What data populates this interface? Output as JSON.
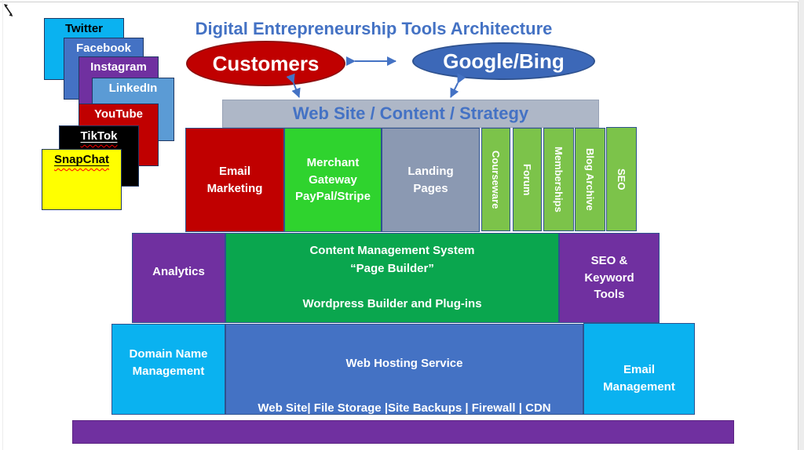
{
  "title": "Digital Entrepreneurship Tools Architecture",
  "social": [
    {
      "label": "Twitter",
      "bg": "#0AB2F0",
      "fg": "#000000"
    },
    {
      "label": "Facebook",
      "bg": "#4472C4",
      "fg": "#FFFFFF"
    },
    {
      "label": "Instagram",
      "bg": "#7030A0",
      "fg": "#FFFFFF"
    },
    {
      "label": "LinkedIn",
      "bg": "#5B9BD5",
      "fg": "#FFFFFF"
    },
    {
      "label": "YouTube",
      "bg": "#C00000",
      "fg": "#FFFFFF"
    },
    {
      "label": "TikTok",
      "bg": "#000000",
      "fg": "#FFFFFF"
    },
    {
      "label": "SnapChat",
      "bg": "#FFFF00",
      "fg": "#000000"
    }
  ],
  "nodes": {
    "customers": "Customers",
    "search_engines": "Google/Bing",
    "strategy_bar": "Web Site / Content / Strategy",
    "email_marketing": "Email\nMarketing",
    "merchant_gateway": "Merchant\nGateway\nPayPal/Stripe",
    "landing_pages": "Landing\nPages",
    "analytics": "Analytics",
    "cms": "Content Management System\n“Page Builder”\n\nWordpress Builder and Plug-ins",
    "seo_keyword": "SEO &\nKeyword\nTools",
    "domain": "Domain Name\nManagement",
    "hosting_title": "Web Hosting Service",
    "hosting_items": "Web Site| File Storage |Site Backups | Firewall | CDN",
    "email_management": "Email\nManagement"
  },
  "vertical_tabs": [
    "Courseware",
    "Forum",
    "Memberships",
    "Blog Archive",
    "SEO"
  ],
  "colors": {
    "accent_blue": "#4472C4",
    "red": "#C00000",
    "bright_green": "#2FD32E",
    "dark_green": "#0AA64E",
    "tab_green": "#7CC34A",
    "purple": "#7030A0",
    "cyan": "#0AB2F0",
    "gray_bar": "#AEB7C7",
    "gray_box": "#8B99B2",
    "linkedin_blue": "#5B9BD5",
    "google_blue": "#3C68B8",
    "yellow": "#FFFF00",
    "black": "#000000"
  }
}
